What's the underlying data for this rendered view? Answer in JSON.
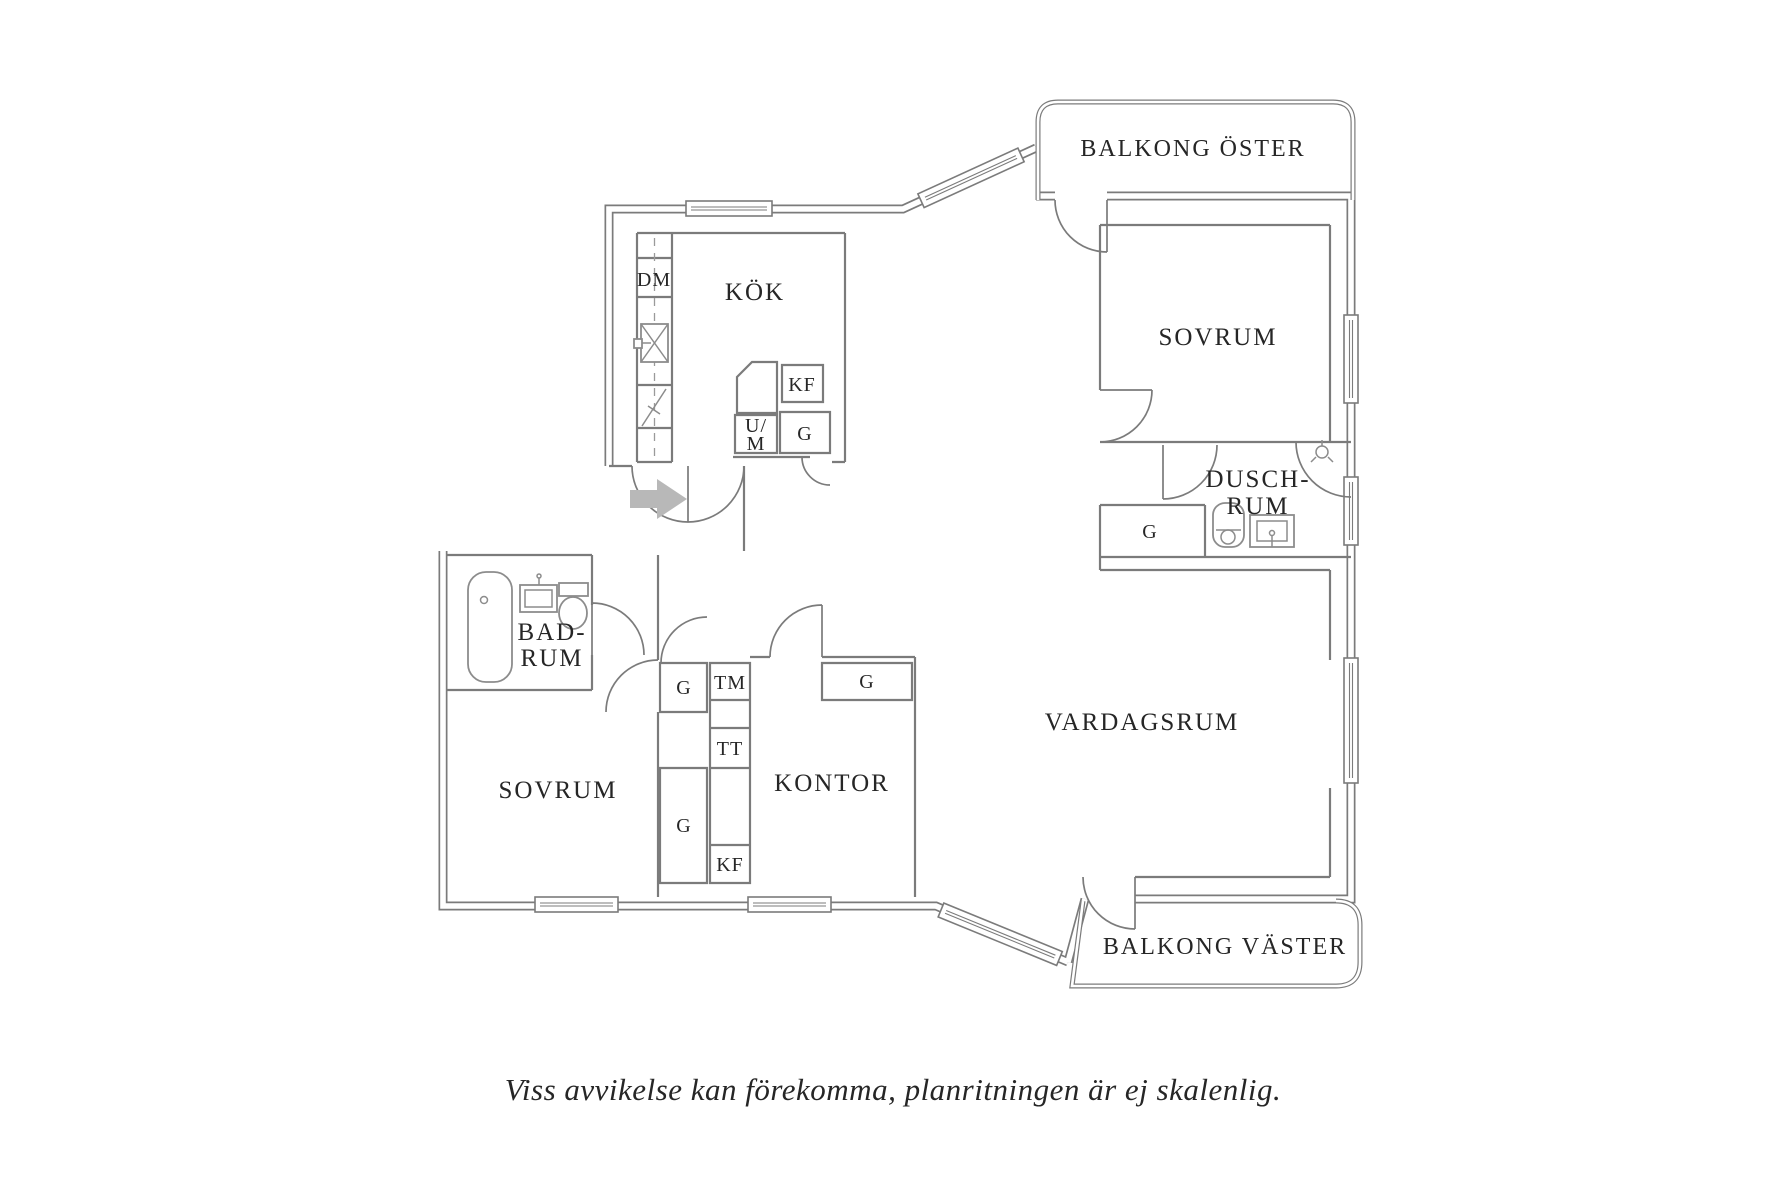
{
  "caption": "Viss avvikelse kan förekomma, planritningen är ej skalenlig.",
  "rooms": {
    "balkong_oster": "BALKONG ÖSTER",
    "kok": "KÖK",
    "sovrum_ne": "SOVRUM",
    "duschrum_line1": "DUSCH-",
    "duschrum_line2": "RUM",
    "vardagsrum": "VARDAGSRUM",
    "kontor": "KONTOR",
    "sovrum_sw": "SOVRUM",
    "badrum_line1": "BAD-",
    "badrum_line2": "RUM",
    "balkong_vaster": "BALKONG VÄSTER"
  },
  "fixtures": {
    "dm": "DM",
    "kf_kitchen": "KF",
    "um_line1": "U/",
    "um_line2": "M",
    "g_kitchen": "G",
    "g_duschrum": "G",
    "g_hall_upper": "G",
    "g_hall_lower": "G",
    "tm": "TM",
    "tt": "TT",
    "kf_hall": "KF",
    "g_kontor": "G"
  },
  "colors": {
    "wall": "#7b7b7b",
    "fixture": "#8c8c8c",
    "text": "#262626",
    "arrow": "#b8b8b8"
  }
}
